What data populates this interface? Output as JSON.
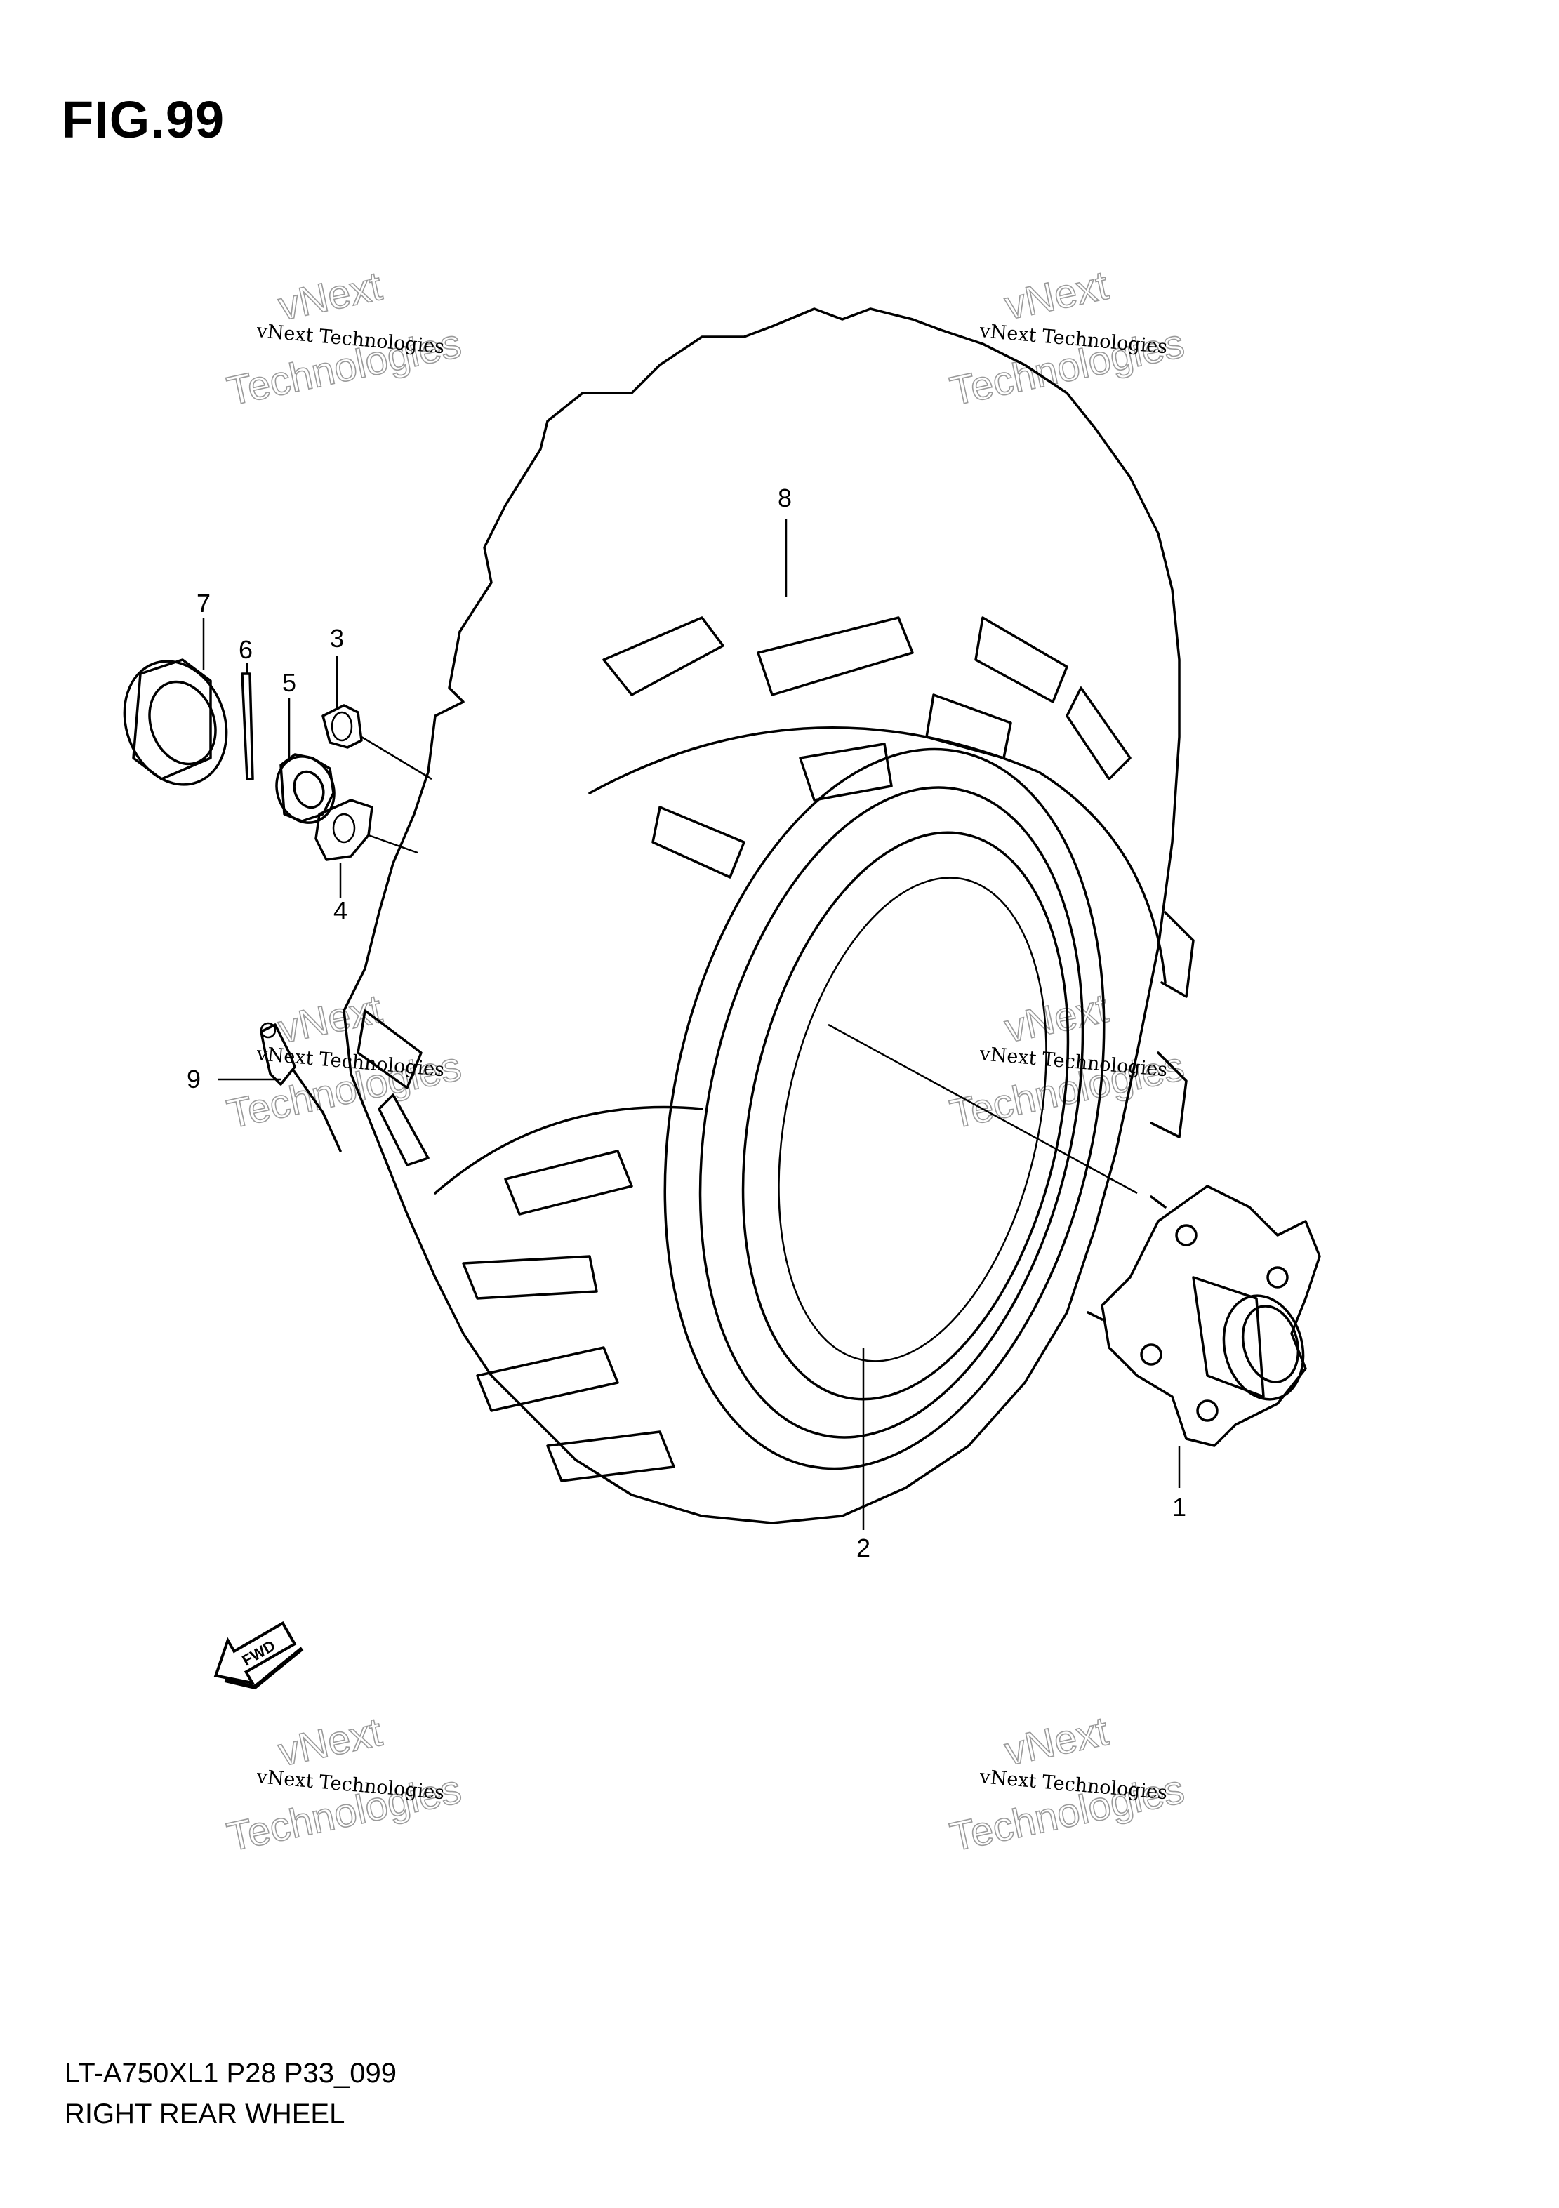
{
  "figure": {
    "title": "FIG.99"
  },
  "footer": {
    "model_code": "LT-A750XL1  P28  P33_099",
    "title": "RIGHT REAR WHEEL"
  },
  "watermark": {
    "line1": "vNext Technologies",
    "line2": "vNext",
    "line3": "Technologies"
  },
  "callouts": [
    {
      "number": "1"
    },
    {
      "number": "2"
    },
    {
      "number": "3"
    },
    {
      "number": "4"
    },
    {
      "number": "5"
    },
    {
      "number": "6"
    },
    {
      "number": "7"
    },
    {
      "number": "8"
    },
    {
      "number": "9"
    }
  ],
  "fwd_arrow": {
    "label": "FWD"
  }
}
